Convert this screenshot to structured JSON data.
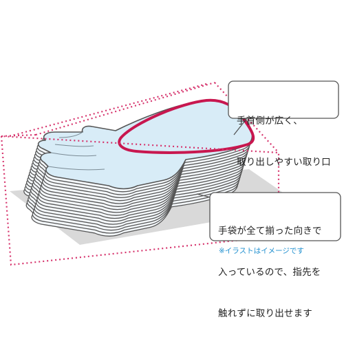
{
  "callout_top": {
    "lines": [
      "手首側が広く、",
      "取り出しやすい取り口"
    ]
  },
  "callout_bottom": {
    "lines": [
      "手袋が全て揃った向きで",
      "入っているので、指先を",
      "触れずに取り出せます"
    ]
  },
  "note": "※イラストはイメージです",
  "colors": {
    "dotted_box": "#d6336c",
    "highlight": "#c8174f",
    "glove_fill": "#d8ecf7",
    "glove_edge": "#555555",
    "shadow": "#d9d9d9",
    "callout_border": "#555555",
    "note": "#1f8fcf"
  }
}
